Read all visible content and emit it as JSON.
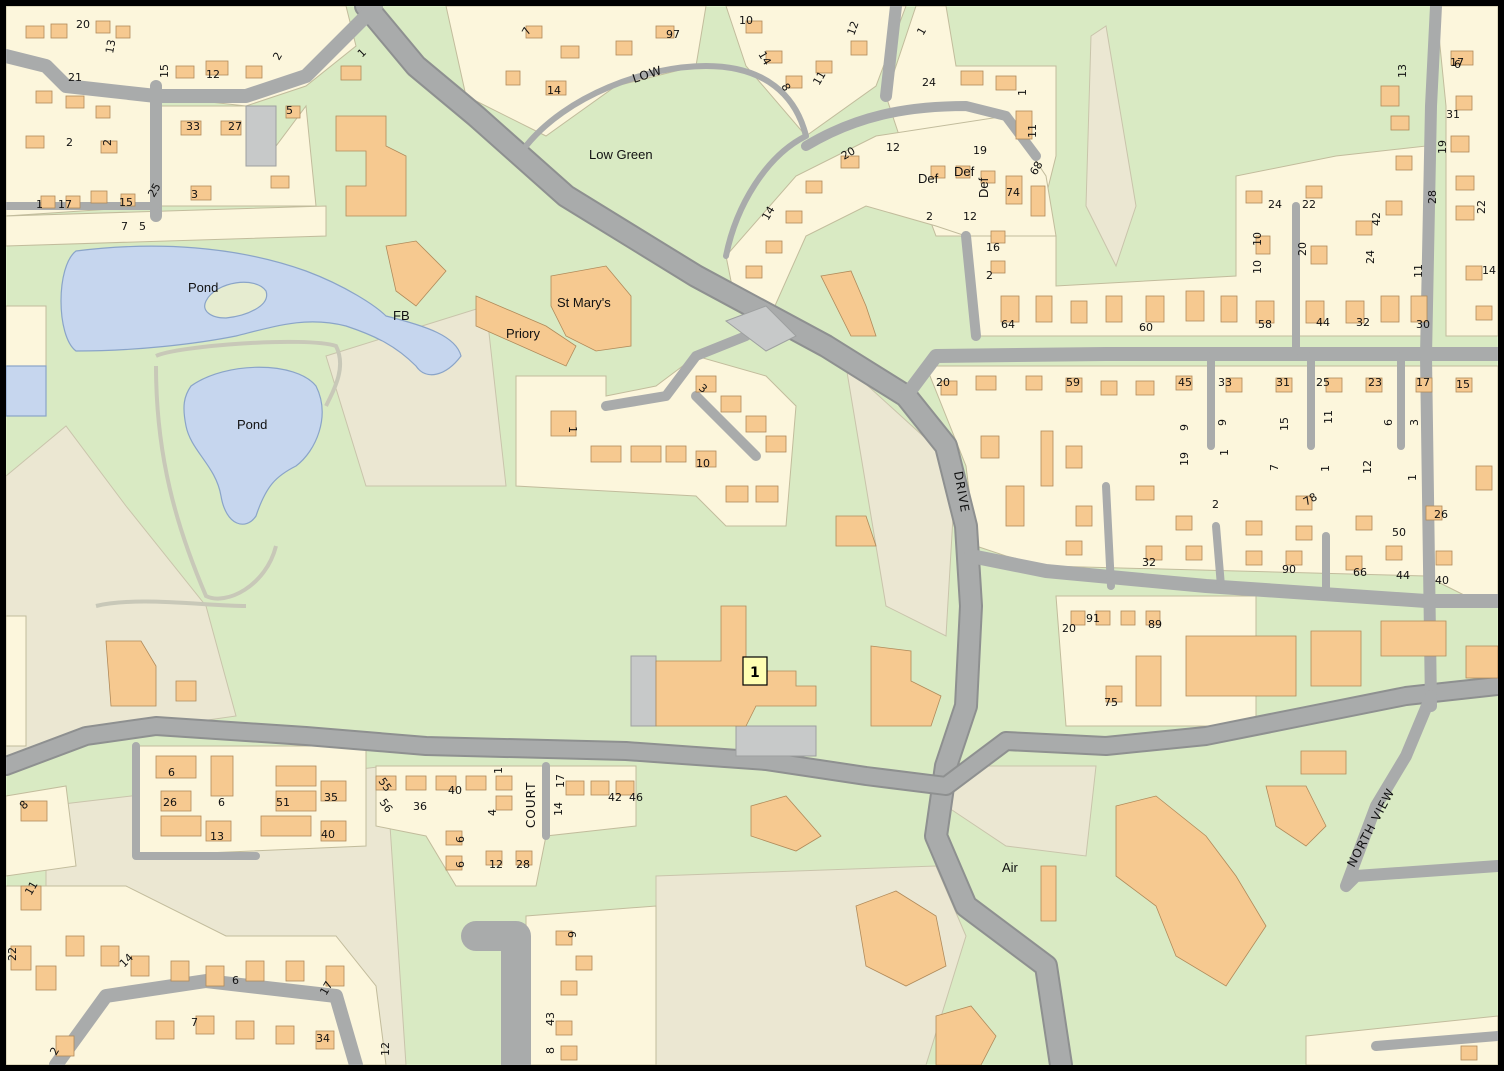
{
  "colors": {
    "frame": "#000000",
    "base": "#e6ecd0",
    "green": "#d9eac3",
    "residential": "#fcf6dc",
    "building": "#f6c990",
    "building_stroke": "#b08a5a",
    "road": "#a9abab",
    "road_edge": "#8e9090",
    "water": "#c6d6ee",
    "water_stroke": "#8aa4c8",
    "open_land": "#ebe7d2",
    "parcel_line": "#b8b49a",
    "marker_fill": "#ffffb3"
  },
  "features": {
    "low_green": "Low Green",
    "pond_north": "Pond",
    "pond_south": "Pond",
    "st_marys": "St Mary's",
    "priory": "Priory",
    "fb": "FB",
    "air": "Air",
    "def_1": "Def",
    "def_2": "Def",
    "def_3": "Def"
  },
  "roads": {
    "low": "LOW",
    "drive": "DRIVE",
    "court": "COURT",
    "north_view": "NORTH VIEW"
  },
  "marker": {
    "label": "1"
  },
  "house_numbers": [
    "20",
    "13",
    "21",
    "12",
    "2",
    "1",
    "2",
    "33",
    "27",
    "5",
    "15",
    "2",
    "1",
    "17",
    "15",
    "7",
    "5",
    "3",
    "25",
    "7",
    "97",
    "10",
    "14",
    "8",
    "12",
    "11",
    "1",
    "14",
    "24",
    "1",
    "11",
    "19",
    "20",
    "12",
    "2",
    "12",
    "74",
    "68",
    "14",
    "16",
    "2",
    "64",
    "60",
    "58",
    "44",
    "32",
    "30",
    "24",
    "22",
    "10",
    "10",
    "20",
    "24",
    "42",
    "13",
    "17",
    "31",
    "19",
    "28",
    "22",
    "11",
    "14",
    "6",
    "20",
    "59",
    "45",
    "33",
    "31",
    "25",
    "23",
    "17",
    "15",
    "9",
    "15",
    "19",
    "9",
    "1",
    "7",
    "11",
    "1",
    "6",
    "3",
    "12",
    "1",
    "2",
    "78",
    "50",
    "26",
    "32",
    "90",
    "66",
    "44",
    "40",
    "20",
    "91",
    "89",
    "75",
    "3",
    "1",
    "10",
    "6",
    "26",
    "6",
    "13",
    "51",
    "35",
    "40",
    "55",
    "56",
    "36",
    "40",
    "4",
    "1",
    "17",
    "14",
    "42",
    "46",
    "9",
    "9",
    "12",
    "28",
    "8",
    "11",
    "22",
    "14",
    "6",
    "17",
    "7",
    "34",
    "2",
    "12",
    "6",
    "43",
    "8"
  ]
}
